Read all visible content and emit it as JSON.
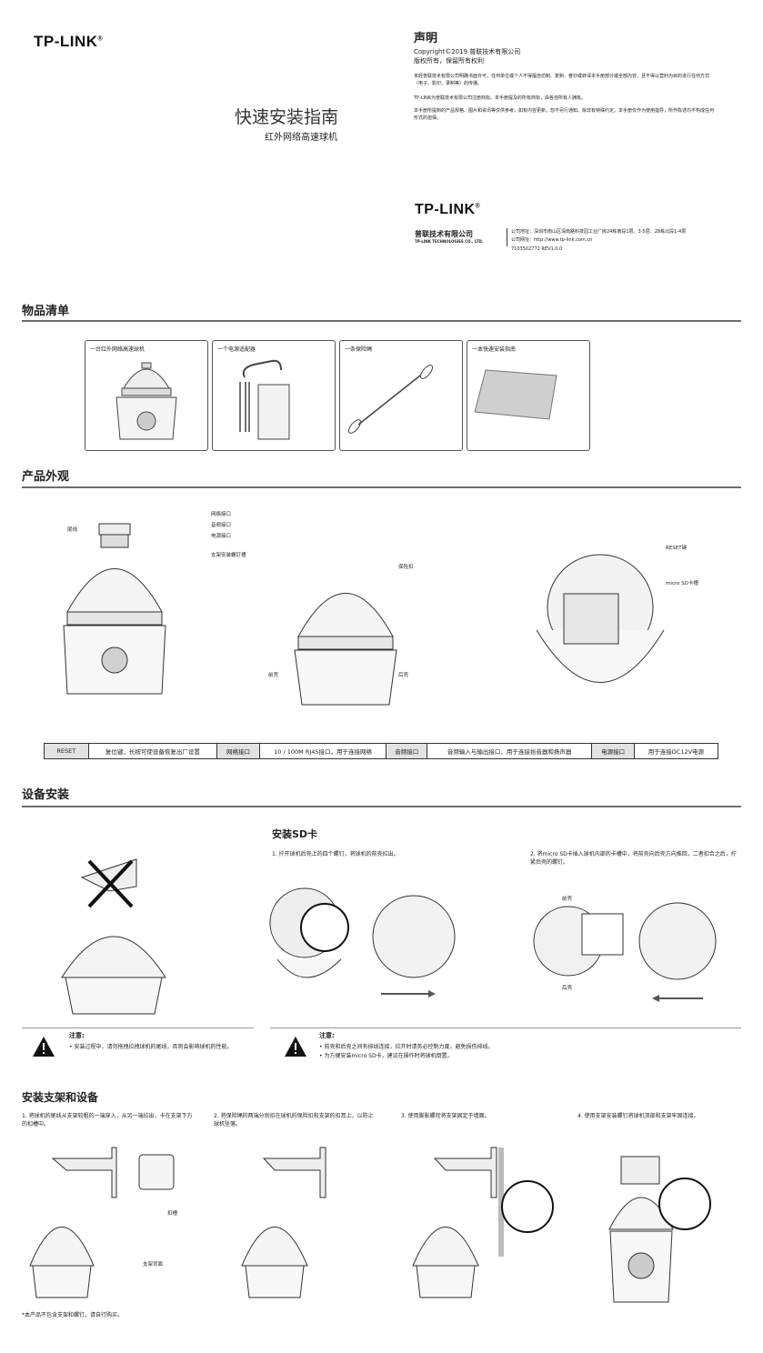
{
  "brand": {
    "logo": "TP-LINK",
    "registered": "®"
  },
  "cover": {
    "title": "快速安装指南",
    "subtitle": "红外网络高速球机"
  },
  "statement": {
    "heading": "声明",
    "copyright": "Copyright©2019 普联技术有限公司",
    "rights": "版权所有，保留所有权利",
    "p1": "未经普联技术有限公司明确书面许可，任何单位或个人不得擅自仿制、复制、誊抄或转译本手册部分或全部内容，且不得以营利为目的进行任何方式（电子、影印、录制等）的传播。",
    "p2": "TP-LINK为普联技术有限公司注册商标。本手册提及的所有商标，由各自所有人拥有。",
    "p3": "本手册所提到的产品规格、图片和资讯等仅供参考，如有内容更新，恕不另行通知。除非有特殊约定，本手册仅作为使用指导，所作陈述均不构成任何形式的担保。"
  },
  "company": {
    "name_cn": "普联技术有限公司",
    "name_en": "TP-LINK TECHNOLOGIES CO., LTD.",
    "address": "公司地址：深圳市南山区深南路科技园工业厂房24栋南段1层、3-5层、28栋北段1-4层",
    "website": "公司网址：http://www.tp-link.com.cn",
    "code": "7103502772    REV1.0.0"
  },
  "packing": {
    "heading": "物品清单",
    "items": [
      "一台红外网络高速球机",
      "一个电源适配器",
      "一条保险绳",
      "一本快速安装指南"
    ]
  },
  "appearance": {
    "heading": "产品外观",
    "callouts": {
      "tail": "尾线",
      "network": "网络接口",
      "audio": "音频接口",
      "power": "电源接口",
      "bracket": "支架安装螺钉槽",
      "safety": "保险扣",
      "front": "前壳",
      "back": "后壳",
      "reset": "RESET键",
      "sd": "micro SD卡槽"
    }
  },
  "spec_table": [
    {
      "key": "RESET",
      "val": "复位键，长按可使设备恢复出厂设置"
    },
    {
      "key": "网络接口",
      "val": "10 / 100M RJ45接口，用于连接网络"
    },
    {
      "key": "音频接口",
      "val": "音频输入与输出接口，用于连接拾音器和扬声器"
    },
    {
      "key": "电源接口",
      "val": "用于连接DC12V电源"
    }
  ],
  "install": {
    "heading": "设备安装",
    "sd_heading": "安装SD卡",
    "sd_step1": "1. 拧开球机后壳上的四个螺钉，将球机的前壳拉出。",
    "sd_step2": "2. 将micro SD卡插入球机内部的卡槽中，将前壳向后壳方向推回，二者扣合之后，拧紧后壳的螺钉。",
    "sd_front": "前壳",
    "sd_back": "后壳",
    "note_label": "注意:",
    "note1": "安装过程中，请勿拖拽拉拽球机的尾线，否则会影响球机的性能。",
    "note2a": "前壳和后壳之间有排线连接，拉开时请务必控制力度，避免损伤排线。",
    "note2b": "为方便安装micro SD卡，建议在操作时将球机倒置。"
  },
  "bracket": {
    "heading": "安装支架和设备",
    "step1": "1. 将球机的尾线从支架较粗的一端穿入，从另一端拉出，卡在支架下方的扣槽中。",
    "step1_clip": "扣槽",
    "step1_back": "支架背面",
    "step2": "2. 将保险绳的两端分别扣在球机的保险扣和支架的扣耳上，以防止球机坠落。",
    "step3": "3. 使用膨胀螺栓将支架固定于墙面。",
    "step4": "4. 使用支架安装螺钉将球机顶部和支架牢固连接。",
    "footnote": "*本产品不包含支架和螺钉，请自行购买。"
  }
}
